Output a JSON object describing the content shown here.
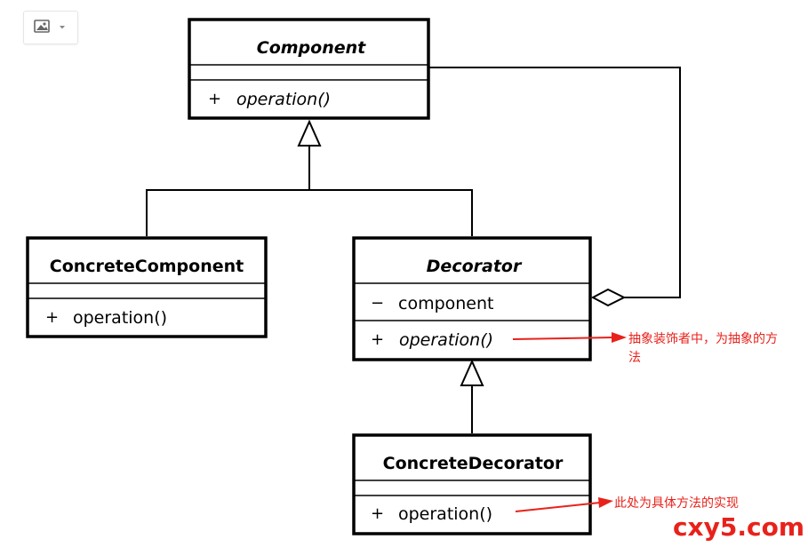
{
  "toolbar": {
    "image_icon": "image-icon",
    "dropdown_icon": "caret-down-icon"
  },
  "classes": {
    "component": {
      "name": "Component",
      "op_vis": "+",
      "op": "operation()"
    },
    "concrete_component": {
      "name": "ConcreteComponent",
      "op_vis": "+",
      "op": "operation()"
    },
    "decorator": {
      "name": "Decorator",
      "attr_vis": "−",
      "attr": "component",
      "op_vis": "+",
      "op": "operation()"
    },
    "concrete_decorator": {
      "name": "ConcreteDecorator",
      "op_vis": "+",
      "op": "operation()"
    }
  },
  "annotations": {
    "decorator_op_line1": "抽象装饰者中，为抽象的方",
    "decorator_op_line2": "法",
    "concrete_op": "此处为具体方法的实现"
  },
  "watermark": "cxy5.com",
  "colors": {
    "annotation": "#e8221b",
    "watermark": "#e8221b",
    "line": "#000000"
  }
}
